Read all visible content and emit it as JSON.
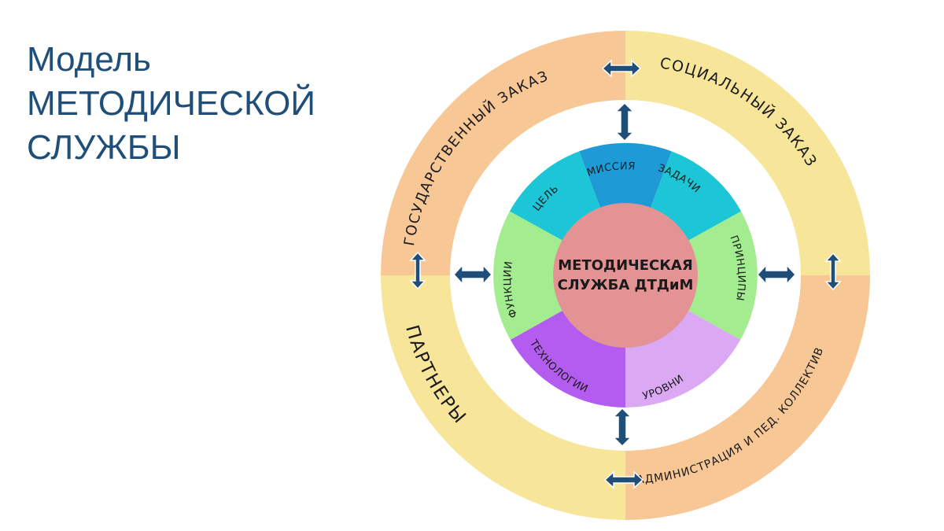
{
  "title": {
    "line1": "Модель",
    "line2": "МЕТОДИЧЕСКОЙ",
    "line3": "СЛУЖБЫ"
  },
  "outer_ring": {
    "top_left": "ГОСУДАРСТВЕННЫЙ ЗАКАЗ",
    "top_right": "СОЦИАЛЬНЫЙ ЗАКАЗ",
    "bottom_left": "ПАРТНЕРЫ",
    "bottom_right": "АДМИНИСТРАЦИЯ И ПЕД. КОЛЛЕКТИВ"
  },
  "inner_ring": {
    "mission": "МИССИЯ",
    "goal": "ЦЕЛЬ",
    "tasks": "ЗАДАЧИ",
    "functions": "ФУНКЦИИ",
    "principles": "ПРИНЦИПЫ",
    "technologies": "ТЕХНОЛОГИИ",
    "levels": "УРОВНИ"
  },
  "center": {
    "line1": "МЕТОДИЧЕСКАЯ",
    "line2": "СЛУЖБА ДТДиМ"
  },
  "colors": {
    "title": "#1f4e79",
    "orange": "#f8c796",
    "yellow": "#f7e59a",
    "mission": "#1e9bd7",
    "cyan": "#1cc6d6",
    "green": "#a3ec8f",
    "purple": "#b45cf0",
    "lavender": "#dba8f3",
    "center": "#e39393",
    "arrow": "#1f4e79"
  }
}
